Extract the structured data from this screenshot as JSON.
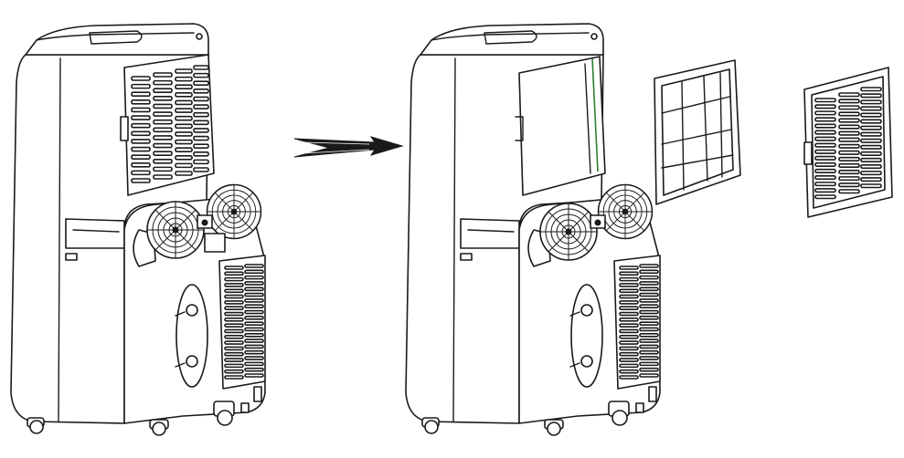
{
  "figure": {
    "panels": [
      {
        "id": "unit-with-filter-installed",
        "state": "filter frame installed on rear panel"
      },
      {
        "id": "unit-with-filter-removed",
        "state": "filter frame removed, panel exposed"
      }
    ],
    "parts": [
      "fine-mesh-filter",
      "slotted-grille-filter"
    ],
    "arrow_direction": "right",
    "colors": {
      "outline": "#1a1a1a",
      "background": "#ffffff",
      "accent": "#2e7d32"
    }
  }
}
